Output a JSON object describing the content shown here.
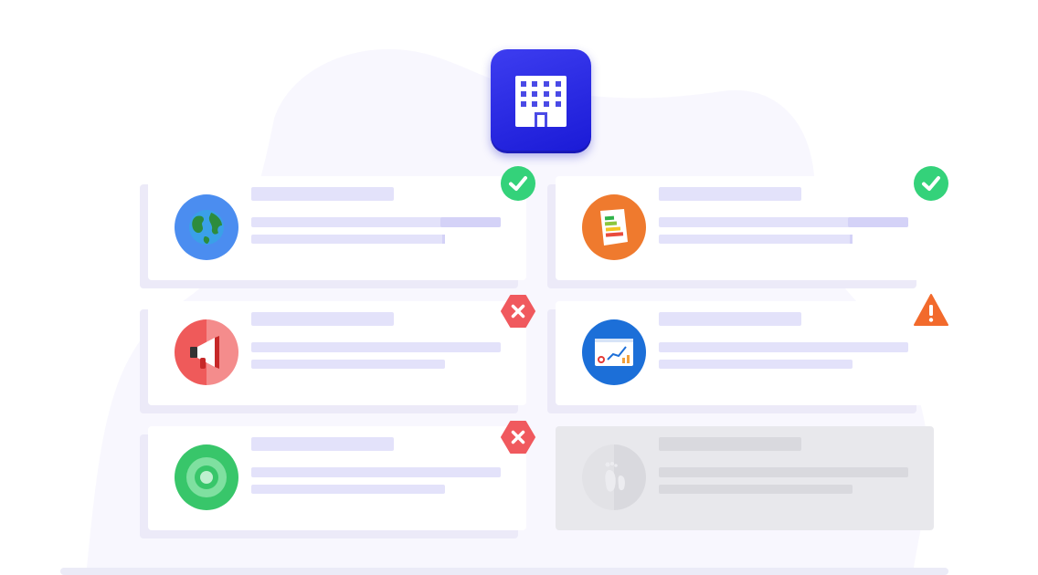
{
  "hub": {
    "icon": "building-icon",
    "color": "#2525e2"
  },
  "cards": [
    {
      "id": "environment",
      "icon": "globe-icon",
      "status": "check",
      "avatar_color": "#4b8df0"
    },
    {
      "id": "energy-label",
      "icon": "energy-rating-document-icon",
      "status": "check",
      "avatar_color": "#ef7a2e"
    },
    {
      "id": "communication",
      "icon": "megaphone-icon",
      "status": "error",
      "avatar_color": "#ef5a5a"
    },
    {
      "id": "reporting",
      "icon": "analytics-dashboard-icon",
      "status": "warning",
      "avatar_color": "#1c6fd8"
    },
    {
      "id": "target",
      "icon": "ring-target-icon",
      "status": "error",
      "avatar_color": "#38c66a"
    },
    {
      "id": "footprint",
      "icon": "footprint-icon",
      "status": "disabled",
      "avatar_color": "#dedee3"
    }
  ],
  "status_colors": {
    "check": "#34d27a",
    "error": "#f0595e",
    "warning": "#f26a2c"
  }
}
